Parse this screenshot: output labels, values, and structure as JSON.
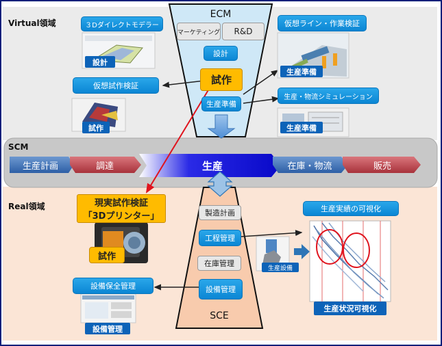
{
  "sections": {
    "virtual": "Virtual領域",
    "scm": "SCM",
    "real": "Real領域"
  },
  "ecm": {
    "title": "ECM",
    "marketing": "マーケティング",
    "rnd": "R&D",
    "design": "設計",
    "prototype": "試作",
    "production_prep": "生産準備"
  },
  "sce": {
    "title": "SCE",
    "production_plan": "製造計画",
    "process_mgmt": "工程管理",
    "inventory_mgmt": "在庫管理",
    "equipment_mgmt": "設備管理"
  },
  "scm_chain": [
    "生産計画",
    "調達",
    "生産",
    "在庫・物流",
    "販売"
  ],
  "virtual_items": {
    "direct_modeler": "３Dダイレクトモデラー",
    "design_caption": "設計",
    "virtual_proto": "仮想試作検証",
    "proto_caption": "試作",
    "virtual_line": "仮想ライン・作業検証",
    "prep_caption1": "生産準備",
    "logistics_sim": "生産・物流シミュレーション",
    "prep_caption2": "生産準備"
  },
  "real_items": {
    "real_proto_line1": "現実試作検証",
    "real_proto_line2": "「3Dプリンター」",
    "proto_caption": "試作",
    "equip_maint": "設備保全管理",
    "equip_caption": "設備管理",
    "perf_visual": "生産実績の可視化",
    "equip_label": "生産設備",
    "status_visual": "生産状況可視化"
  },
  "colors": {
    "virtual_bg": "#ebebeb",
    "real_bg": "#fbe5d6",
    "scm_band": "#c8c8c8",
    "ecm_funnel": "#cfe8f7",
    "sce_funnel": "#f8cbad",
    "accent_blue": "#1a8fdd",
    "prototype_yellow": "#ffbb00",
    "arrow_red": "#e0141e",
    "chain_blue": "#3d6eb0",
    "chain_red": "#b8434b",
    "production_blue": "#1010e0"
  }
}
